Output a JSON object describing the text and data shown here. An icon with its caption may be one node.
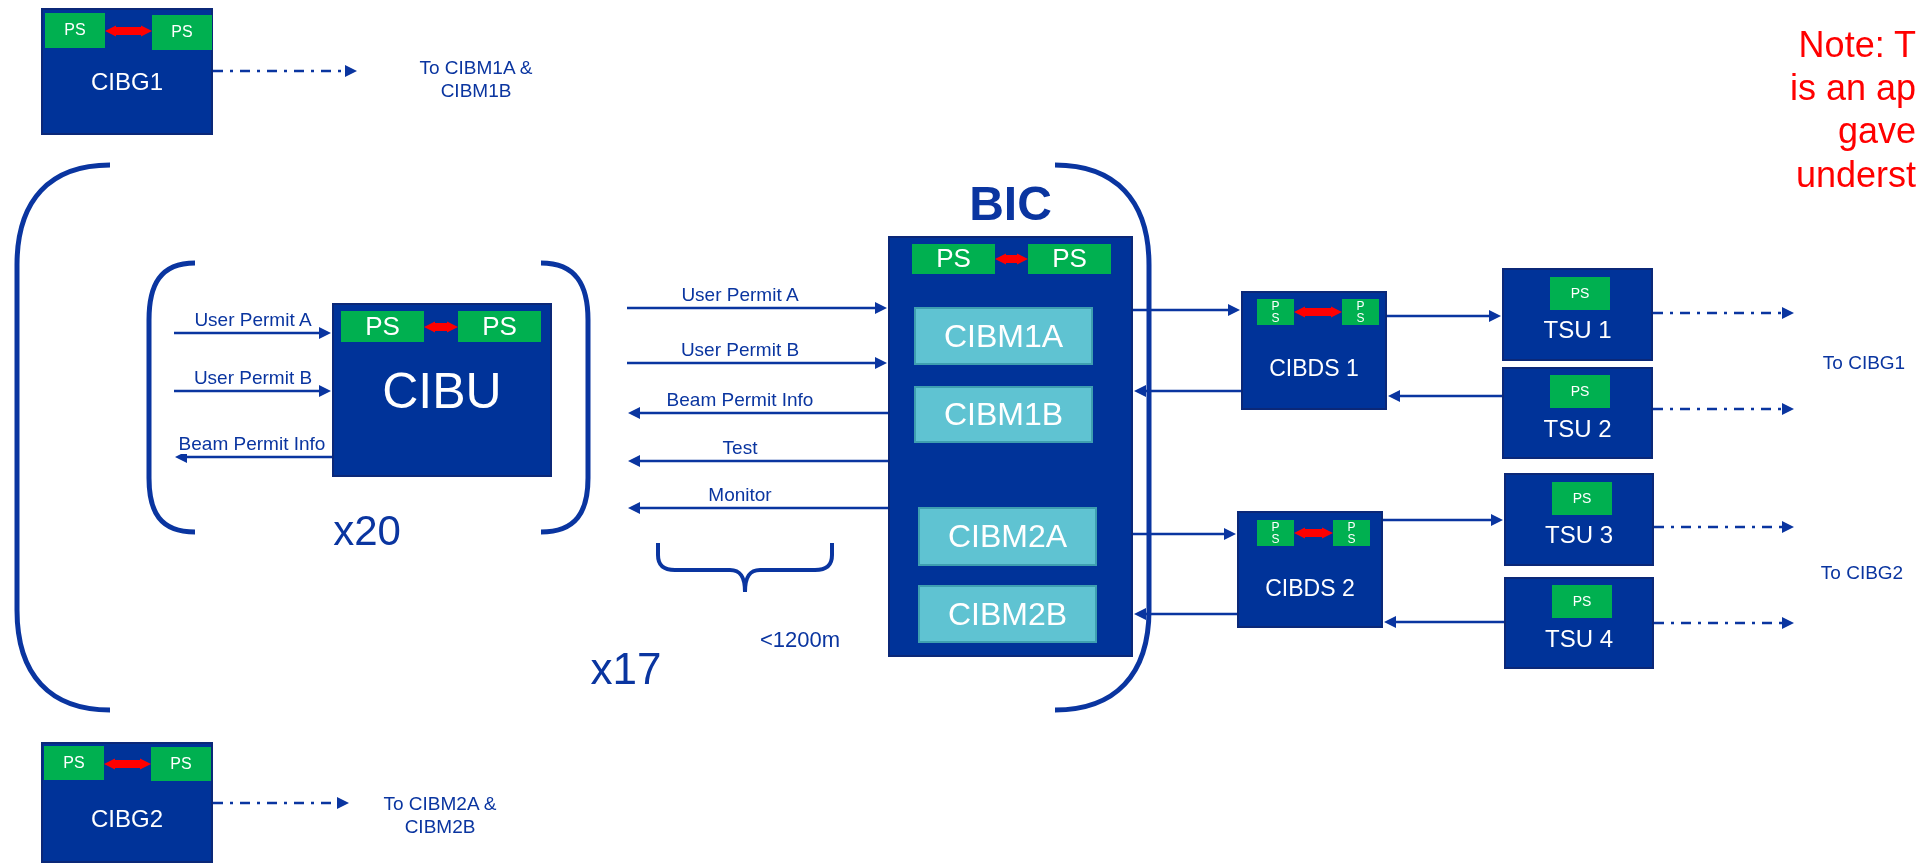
{
  "diagram": {
    "nodes": [
      {
        "text": [
          "CIBG1"
        ]
      },
      {
        "text": [
          "PS"
        ],
        "in": 0
      },
      {
        "text": [
          "PS"
        ],
        "in": 0
      },
      {
        "text": [
          "CIBU"
        ]
      },
      {
        "text": [
          "PS"
        ],
        "in": 3
      },
      {
        "text": [
          "PS"
        ],
        "in": 3
      },
      {
        "text": [
          "BIC"
        ]
      },
      {
        "text": [
          "PS"
        ],
        "in": 6
      },
      {
        "text": [
          "PS"
        ],
        "in": 6
      },
      {
        "text": [
          "CIBM1A"
        ],
        "in": 6
      },
      {
        "text": [
          "CIBM1B"
        ],
        "in": 6
      },
      {
        "text": [
          "CIBM2A"
        ],
        "in": 6
      },
      {
        "text": [
          "CIBM2B"
        ],
        "in": 6
      },
      {
        "text": [
          "CIBDS 1"
        ]
      },
      {
        "text": [
          "PS"
        ],
        "in": 13
      },
      {
        "text": [
          "PS"
        ],
        "in": 13
      },
      {
        "text": [
          "TSU 1"
        ]
      },
      {
        "text": [
          "PS"
        ],
        "in": 16
      },
      {
        "text": [
          "TSU 2"
        ]
      },
      {
        "text": [
          "PS"
        ],
        "in": 18
      },
      {
        "text": [
          "CIBDS 2"
        ]
      },
      {
        "text": [
          "PS"
        ],
        "in": 20
      },
      {
        "text": [
          "PS"
        ],
        "in": 20
      },
      {
        "text": [
          "TSU 3"
        ]
      },
      {
        "text": [
          "PS"
        ],
        "in": 23
      },
      {
        "text": [
          "TSU 4"
        ]
      },
      {
        "text": [
          "PS"
        ],
        "in": 25
      },
      {
        "text": [
          "CIBG2"
        ]
      },
      {
        "text": [
          "PS"
        ],
        "in": 27
      },
      {
        "text": [
          "PS"
        ],
        "in": 27
      }
    ],
    "edges": [
      {
        "from": 1,
        "to": 2,
        "arrow": "both",
        "style": "thick",
        "color": "#ff0000"
      },
      {
        "from": 0,
        "to": null,
        "arrow": "to",
        "style": "dashed"
      },
      {
        "from": null,
        "to": 3,
        "arrow": "to",
        "label": "User Permit A"
      },
      {
        "from": null,
        "to": 3,
        "arrow": "to",
        "label": "User Permit B"
      },
      {
        "from": 3,
        "to": null,
        "arrow": "to",
        "label": "Beam Permit Info"
      },
      {
        "from": 4,
        "to": 5,
        "arrow": "both",
        "style": "thick",
        "color": "#ff0000"
      },
      {
        "from": null,
        "to": 6,
        "arrow": "to",
        "label": "User Permit A"
      },
      {
        "from": null,
        "to": 6,
        "arrow": "to",
        "label": "User Permit B"
      },
      {
        "from": 6,
        "to": null,
        "arrow": "to",
        "label": "Beam Permit Info"
      },
      {
        "from": 6,
        "to": null,
        "arrow": "to",
        "label": "Test"
      },
      {
        "from": 6,
        "to": null,
        "arrow": "to",
        "label": "Monitor"
      },
      {
        "from": 7,
        "to": 8,
        "arrow": "both",
        "style": "thick",
        "color": "#ff0000"
      },
      {
        "from": 6,
        "to": 13,
        "arrow": "to"
      },
      {
        "from": 13,
        "to": 6,
        "arrow": "to"
      },
      {
        "from": 14,
        "to": 15,
        "arrow": "both",
        "style": "thick",
        "color": "#ff0000"
      },
      {
        "from": 13,
        "to": 16,
        "arrow": "to"
      },
      {
        "from": 18,
        "to": 13,
        "arrow": "to"
      },
      {
        "from": 16,
        "to": null,
        "arrow": "to",
        "style": "dashed"
      },
      {
        "from": 18,
        "to": null,
        "arrow": "to",
        "style": "dashed"
      },
      {
        "from": 6,
        "to": 20,
        "arrow": "to"
      },
      {
        "from": 20,
        "to": 6,
        "arrow": "to"
      },
      {
        "from": 21,
        "to": 22,
        "arrow": "both",
        "style": "thick",
        "color": "#ff0000"
      },
      {
        "from": 20,
        "to": 23,
        "arrow": "to"
      },
      {
        "from": 25,
        "to": 20,
        "arrow": "to"
      },
      {
        "from": 23,
        "to": null,
        "arrow": "to",
        "style": "dashed"
      },
      {
        "from": 25,
        "to": null,
        "arrow": "to",
        "style": "dashed"
      },
      {
        "from": 28,
        "to": 29,
        "arrow": "both",
        "style": "thick",
        "color": "#ff0000"
      },
      {
        "from": 27,
        "to": null,
        "arrow": "to",
        "style": "dashed"
      }
    ],
    "labels": [
      "To CIBM1A & CIBM1B",
      "Note: T is an ap gave underst",
      "x20",
      "<1200m",
      "x17",
      "To CIBG1",
      "To CIBG2",
      "To CIBM2A & CIBM2B"
    ]
  }
}
